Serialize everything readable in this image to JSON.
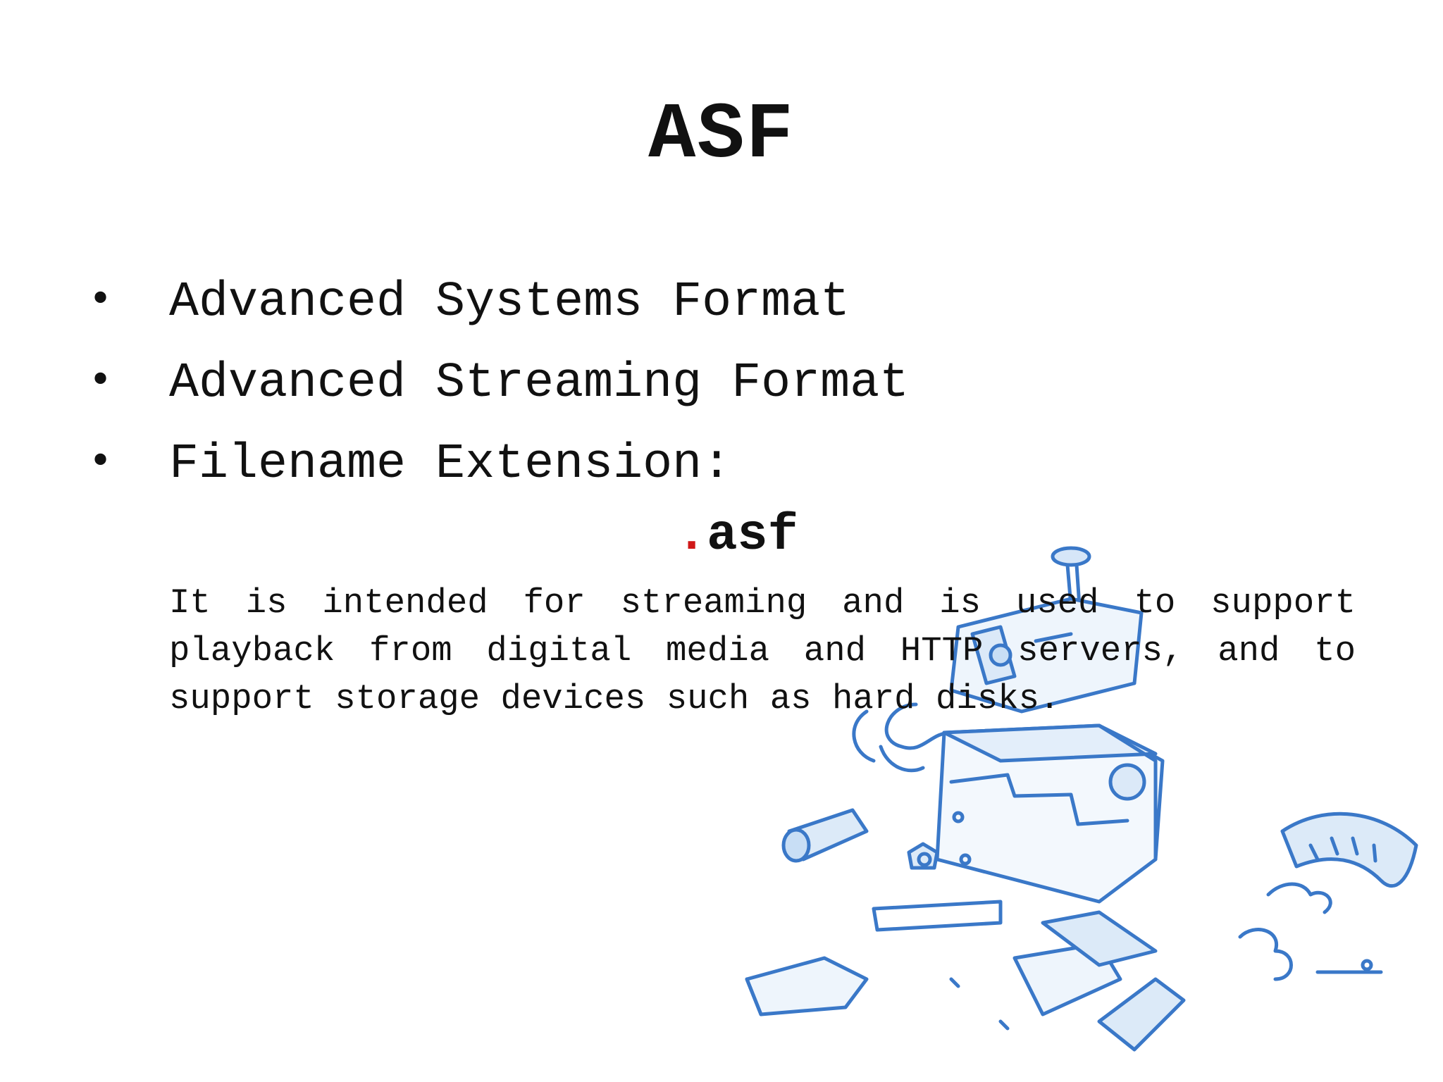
{
  "slide": {
    "title": "ASF",
    "bullets": [
      "Advanced Systems Format",
      "Advanced Streaming Format",
      "Filename Extension:"
    ],
    "bullet_symbol": "•",
    "extension": {
      "dot": ".",
      "text": "asf",
      "dot_color": "#d01818"
    },
    "description": "It is intended for streaming and is used to support playback from digital media and HTTP servers, and to support storage devices such as hard disks."
  },
  "illustration": {
    "icon": "robot-sketch-icon",
    "stroke_color": "#3a78c8"
  }
}
